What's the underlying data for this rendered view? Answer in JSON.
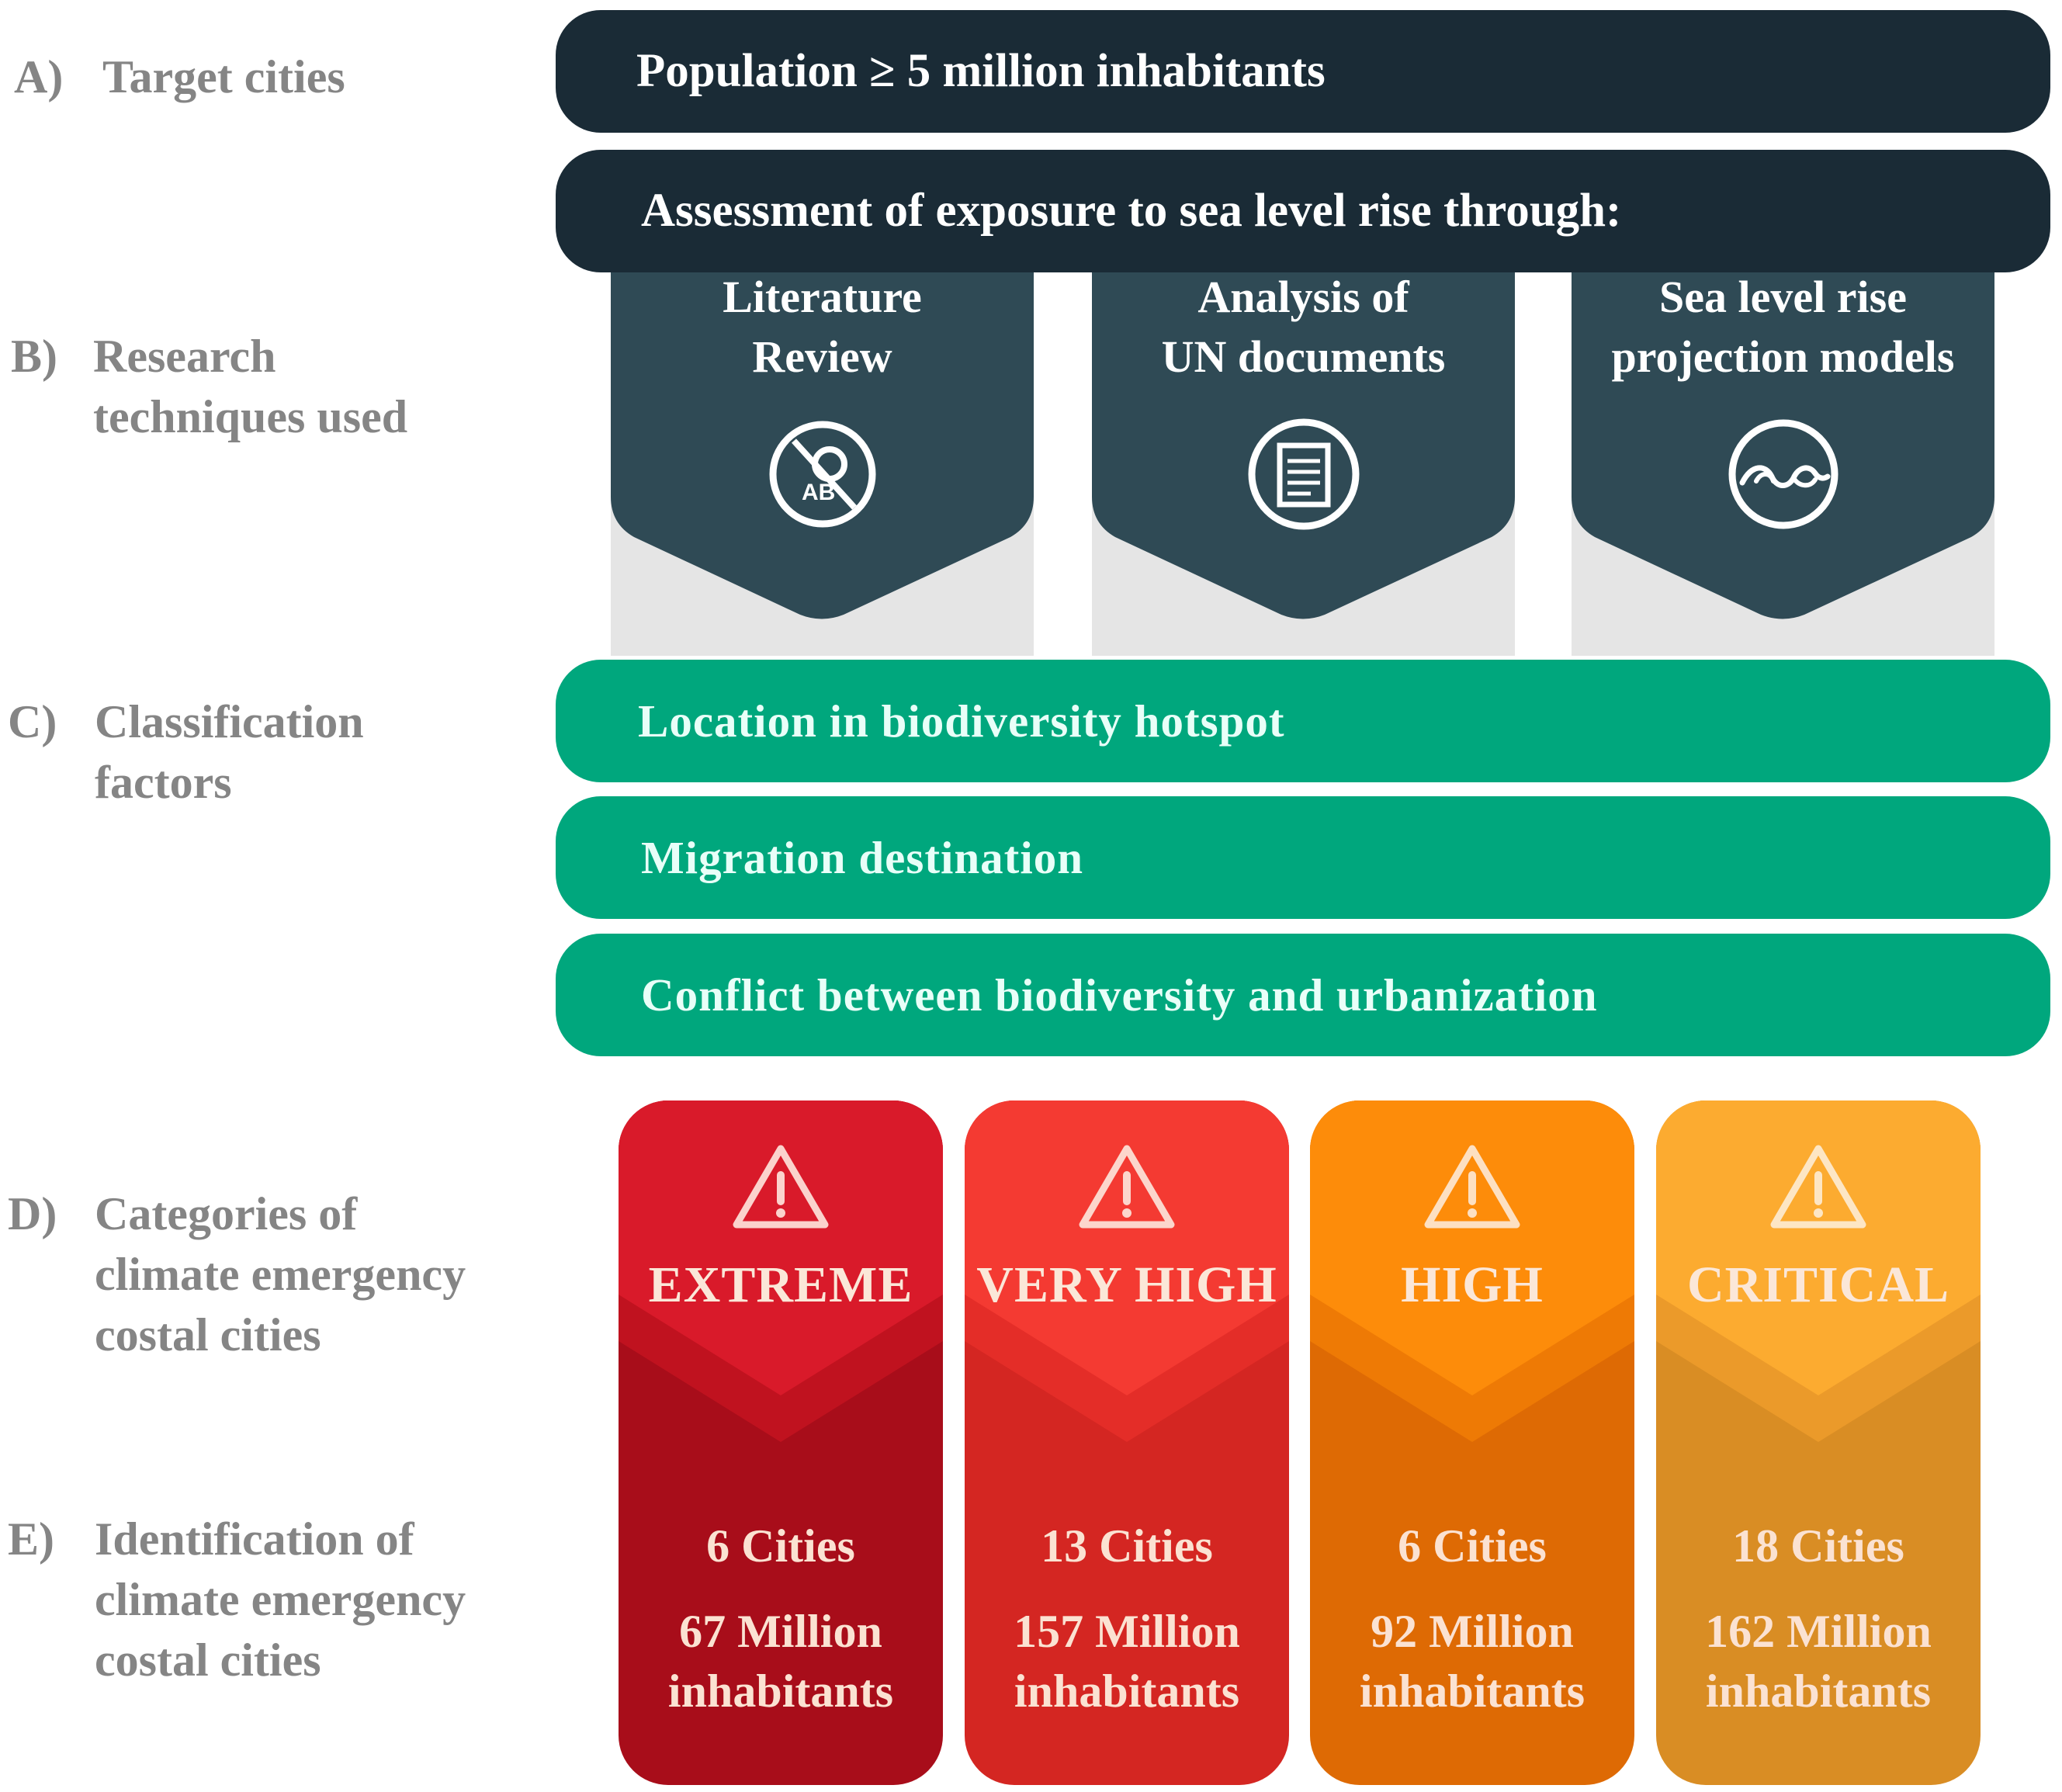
{
  "labels": [
    {
      "letter": "A)",
      "text": "Target cities"
    },
    {
      "letter": "B)",
      "text": "Research\ntechniques used"
    },
    {
      "letter": "C)",
      "text": "Classification\nfactors"
    },
    {
      "letter": "D)",
      "text": "Categories of\nclimate emergency\ncostal cities"
    },
    {
      "letter": "E)",
      "text": "Identification of\nclimate emergency\ncostal cities"
    }
  ],
  "target": "Population ≥ 5 million inhabitants",
  "assessment": "Assessment of exposure to sea level rise through:",
  "techniques": [
    {
      "title": "Literature\nReview",
      "icon": "literature-search-icon"
    },
    {
      "title": "Analysis of\nUN documents",
      "icon": "document-icon"
    },
    {
      "title": "Sea level rise\nprojection models",
      "icon": "wave-icon"
    }
  ],
  "factors": [
    "Location in biodiversity hotspot",
    "Migration destination",
    "Conflict between biodiversity and urbanization"
  ],
  "categories": [
    {
      "name": "EXTREME",
      "cities": "6 Cities",
      "population": "67 Million\ninhabitants",
      "colors": {
        "top": "#d91a2a",
        "mid": "#c0121f",
        "bottom": "#a80d1a"
      }
    },
    {
      "name": "VERY HIGH",
      "cities": "13 Cities",
      "population": "157 Million\ninhabitants",
      "colors": {
        "top": "#f43a32",
        "mid": "#e42d28",
        "bottom": "#d42622"
      }
    },
    {
      "name": "HIGH",
      "cities": "6 Cities",
      "population": "92 Million\ninhabitants",
      "colors": {
        "top": "#fd8c0a",
        "mid": "#ee7a05",
        "bottom": "#de6a04"
      }
    },
    {
      "name": "CRITICAL",
      "cities": "18 Cities",
      "population": "162 Million\ninhabitants",
      "colors": {
        "top": "#fcab30",
        "mid": "#eb9a2a",
        "bottom": "#d98d24"
      }
    }
  ]
}
